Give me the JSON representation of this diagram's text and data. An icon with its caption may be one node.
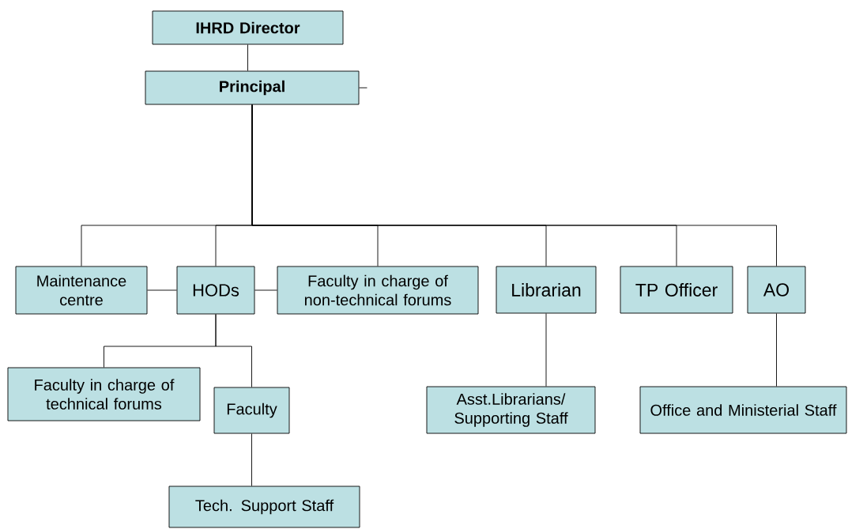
{
  "diagram": {
    "nodes": [
      {
        "text": [
          "IHRD Director"
        ]
      },
      {
        "text": [
          "Principal"
        ]
      },
      {
        "text": [
          "Maintenance centre"
        ]
      },
      {
        "text": [
          "HODs"
        ]
      },
      {
        "text": [
          "Faculty in charge of non-technical forums"
        ]
      },
      {
        "text": [
          "Librarian"
        ]
      },
      {
        "text": [
          "TP Officer"
        ]
      },
      {
        "text": [
          "AO"
        ]
      },
      {
        "text": [
          "Faculty in charge of technical forums"
        ]
      },
      {
        "text": [
          "Faculty"
        ]
      },
      {
        "text": [
          "Asst.Librarians/ Supporting Staff"
        ]
      },
      {
        "text": [
          "Office and Ministerial Staff"
        ]
      },
      {
        "text": [
          "Tech. Support Staff"
        ]
      }
    ],
    "edges": [
      {
        "from": 0,
        "to": 1,
        "arrow": "none"
      },
      {
        "from": 1,
        "to": null,
        "arrow": "none"
      },
      {
        "from": 1,
        "to": 2,
        "arrow": "none"
      },
      {
        "from": 1,
        "to": 3,
        "arrow": "none"
      },
      {
        "from": 1,
        "to": 4,
        "arrow": "none"
      },
      {
        "from": 1,
        "to": 5,
        "arrow": "none"
      },
      {
        "from": 1,
        "to": 6,
        "arrow": "none"
      },
      {
        "from": 1,
        "to": 7,
        "arrow": "none"
      },
      {
        "from": 3,
        "to": 2,
        "arrow": "none"
      },
      {
        "from": 3,
        "to": 4,
        "arrow": "none"
      },
      {
        "from": 3,
        "to": 8,
        "arrow": "none"
      },
      {
        "from": 3,
        "to": 9,
        "arrow": "none"
      },
      {
        "from": 9,
        "to": 12,
        "arrow": "none"
      },
      {
        "from": 5,
        "to": 10,
        "arrow": "none"
      },
      {
        "from": 7,
        "to": 11,
        "arrow": "none"
      }
    ]
  }
}
